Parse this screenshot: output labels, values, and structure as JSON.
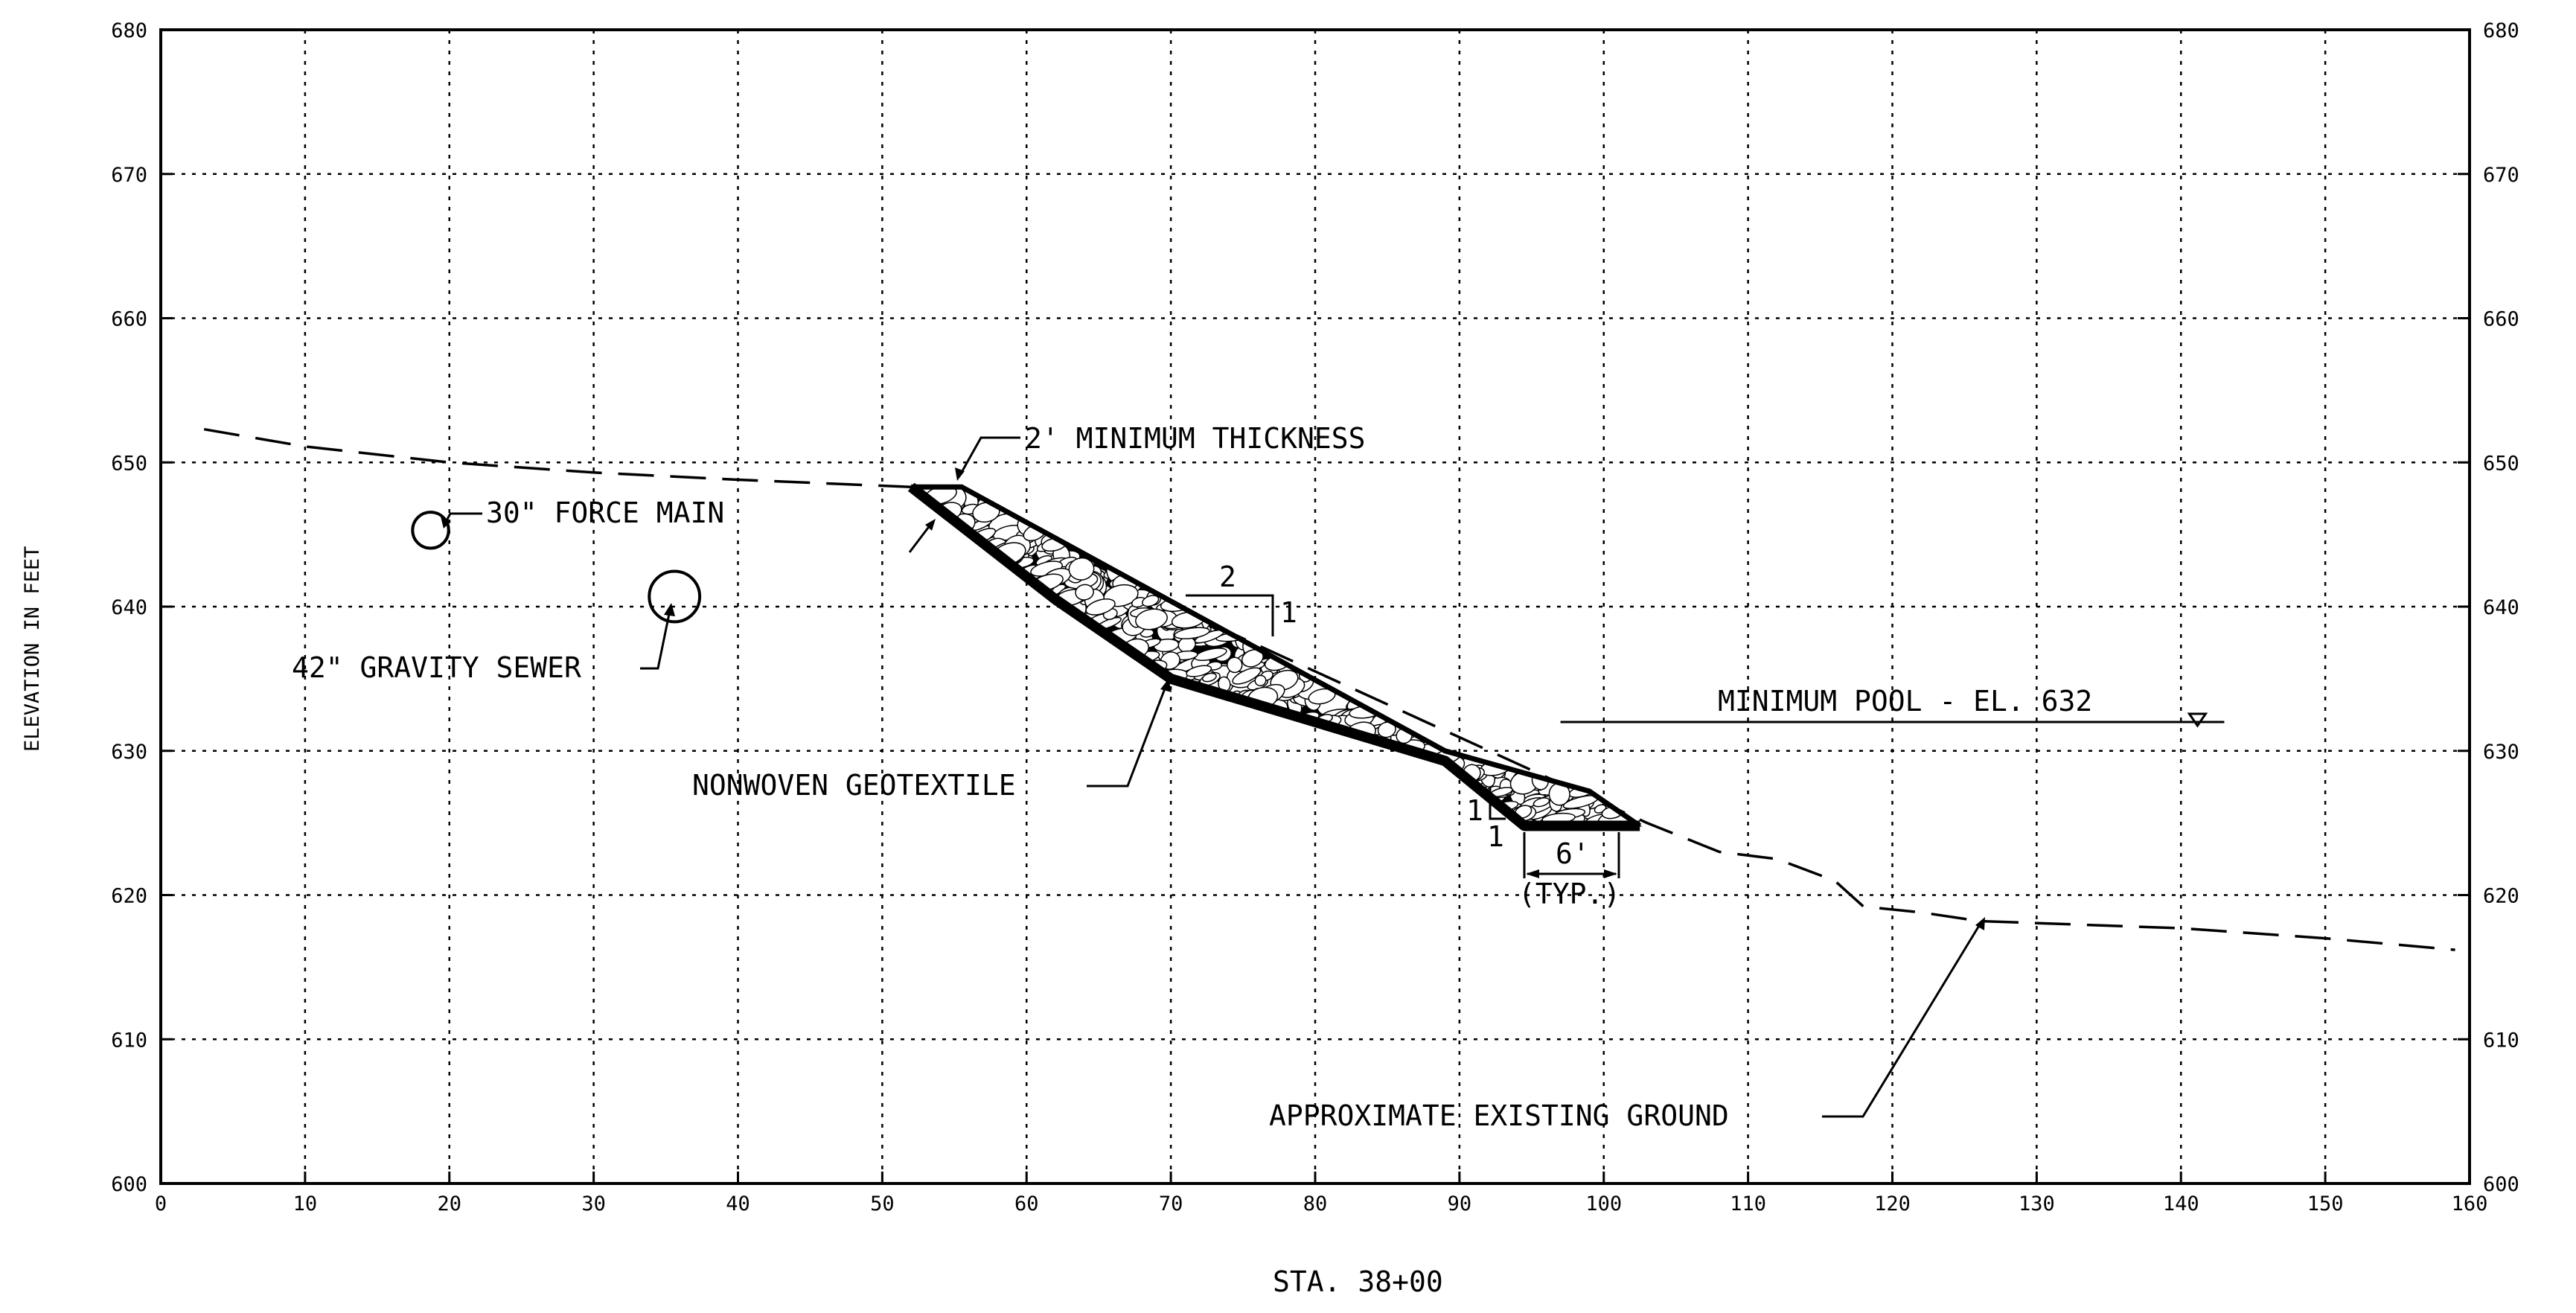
{
  "section": {
    "station_label": "STA. 38+00",
    "y_axis_label": "ELEVATION IN FEET",
    "x_ticks": [
      "0",
      "10",
      "20",
      "30",
      "40",
      "50",
      "60",
      "70",
      "80",
      "90",
      "100",
      "110",
      "120",
      "130",
      "140",
      "150",
      "160"
    ],
    "y_ticks": [
      "600",
      "610",
      "620",
      "630",
      "640",
      "650",
      "660",
      "670",
      "680"
    ],
    "x_range": [
      0,
      160
    ],
    "y_range": [
      600,
      680
    ],
    "grid": true
  },
  "callouts": {
    "min_thickness": "2' MINIMUM THICKNESS",
    "force_main": "30\" FORCE MAIN",
    "gravity_sewer": "42\" GRAVITY SEWER",
    "geotextile": "NONWOVEN GEOTEXTILE",
    "min_pool": "MINIMUM POOL - EL. 632",
    "existing_ground": "APPROXIMATE EXISTING GROUND",
    "toe_width": "6'",
    "toe_width_note": "(TYP.)",
    "slope_run": "2",
    "slope_rise": "1",
    "toe_slope_rise": "1",
    "toe_slope_run": "1"
  },
  "geometry_data": {
    "existing_ground": [
      [
        3,
        652.3
      ],
      [
        10,
        651.1
      ],
      [
        20,
        650
      ],
      [
        30,
        649.3
      ],
      [
        40,
        648.8
      ],
      [
        52,
        648.3
      ],
      [
        103,
        625
      ],
      [
        108,
        623
      ],
      [
        112,
        622.5
      ],
      [
        116,
        621
      ],
      [
        118,
        619.2
      ],
      [
        122,
        618.8
      ],
      [
        126,
        618.2
      ],
      [
        140,
        617.7
      ],
      [
        150,
        617
      ],
      [
        159,
        616.2
      ]
    ],
    "riprap_top": [
      [
        52,
        648.3
      ],
      [
        55.5,
        648.3
      ],
      [
        89,
        630
      ],
      [
        99,
        627.2
      ],
      [
        102.5,
        624.8
      ]
    ],
    "riprap_bottom": [
      [
        52,
        648.3
      ],
      [
        62,
        640.5
      ],
      [
        70,
        635
      ],
      [
        89,
        629.3
      ],
      [
        94.5,
        624.8
      ],
      [
        102.5,
        624.8
      ]
    ],
    "force_main_center": [
      18.7,
      645.3
    ],
    "force_main_diameter_ft": 2.5,
    "gravity_sewer_center": [
      35.6,
      640.7
    ],
    "gravity_sewer_diameter_ft": 3.5,
    "minimum_pool_elevation": 632,
    "minimum_pool_extent": [
      97,
      143
    ]
  }
}
